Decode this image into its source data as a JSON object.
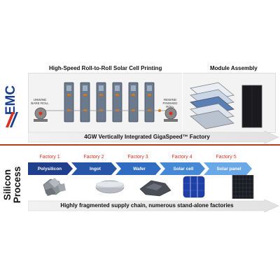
{
  "logo": {
    "text": "EMC"
  },
  "top": {
    "title_left": "High-Speed Roll-to-Roll Solar Cell Printing",
    "title_right": "Module Assembly",
    "unwind_label": "UNWIND BARE ROLL",
    "rewind_label": "REWIND FINISHED ROLL",
    "banner": "4GW Vertically Integrated GigaSpeed™ Factory"
  },
  "process": {
    "side_title_line1": "Silicon",
    "side_title_line2": "Process",
    "steps": [
      {
        "factory": "Factory 1",
        "label": "Polysilicon"
      },
      {
        "factory": "Factory 2",
        "label": "Ingot"
      },
      {
        "factory": "Factory 3",
        "label": "Wafer"
      },
      {
        "factory": "Factory 4",
        "label": "Solar cell"
      },
      {
        "factory": "Factory 5",
        "label": "Solar panel"
      }
    ],
    "banner": "Highly fragmented supply chain, numerous stand-alone factories"
  },
  "colors": {
    "accent_red": "#d9331f",
    "chevron_dark": "#1f3e8c",
    "chevron_light": "#5aa0e6",
    "logo_blue": "#1a3f8f",
    "separator": "#b2401f"
  }
}
